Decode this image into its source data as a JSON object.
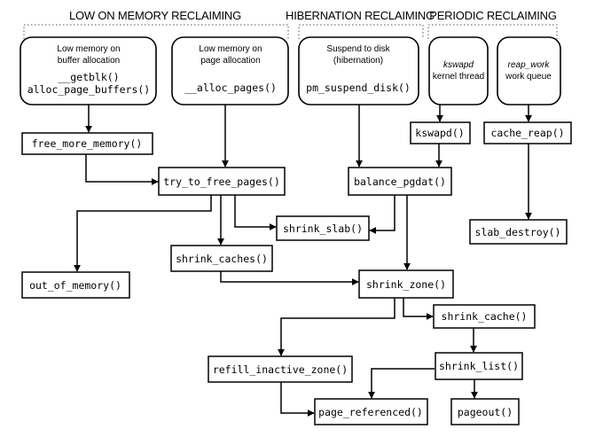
{
  "headers": {
    "low_memory": "LOW ON MEMORY RECLAIMING",
    "hibernation": "HIBERNATION RECLAIMING",
    "periodic": "PERIODIC RECLAIMING"
  },
  "sources": {
    "buffer_alloc": {
      "lines": [
        "Low memory on",
        "buffer allocation"
      ],
      "funcs": [
        "__getblk()",
        "alloc_page_buffers()"
      ]
    },
    "page_alloc": {
      "lines": [
        "Low memory on",
        "page allocation"
      ],
      "funcs": [
        "__alloc_pages()"
      ]
    },
    "suspend": {
      "lines": [
        "Suspend to disk",
        "(hibernation)"
      ],
      "funcs": [
        "pm_suspend_disk()"
      ]
    },
    "kswapd": {
      "italic": "kswapd",
      "line": "kernel thread"
    },
    "reap_work": {
      "italic": "reap_work",
      "line": "work queue"
    }
  },
  "functions": {
    "free_more_memory": "free_more_memory()",
    "try_to_free_pages": "try_to_free_pages()",
    "kswapd": "kswapd()",
    "cache_reap": "cache_reap()",
    "balance_pgdat": "balance_pgdat()",
    "shrink_slab": "shrink_slab()",
    "slab_destroy": "slab_destroy()",
    "shrink_caches": "shrink_caches()",
    "out_of_memory": "out_of_memory()",
    "shrink_zone": "shrink_zone()",
    "shrink_cache": "shrink_cache()",
    "refill_inactive_zone": "refill_inactive_zone()",
    "shrink_list": "shrink_list()",
    "page_referenced": "page_referenced()",
    "pageout": "pageout()"
  }
}
